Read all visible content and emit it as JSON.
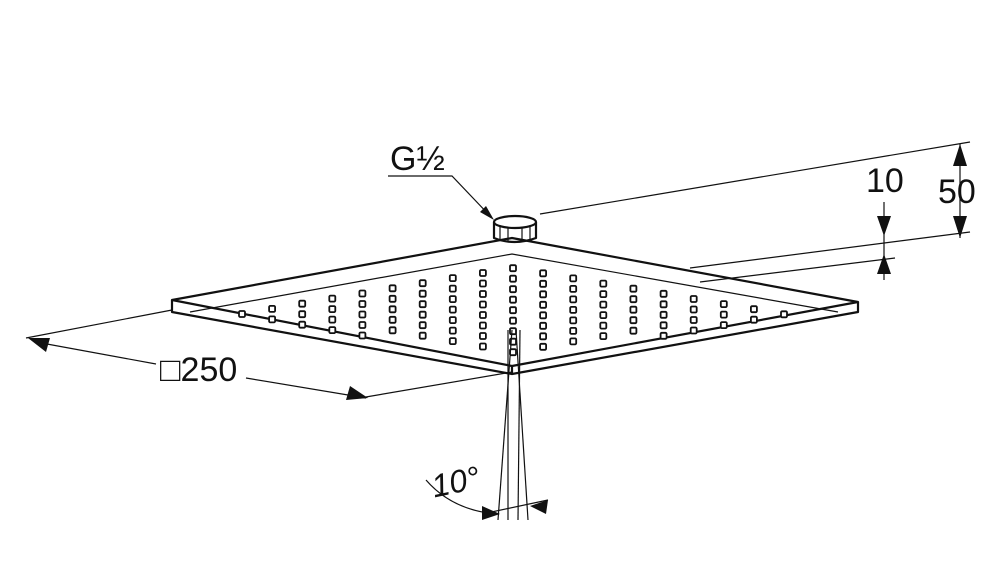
{
  "labels": {
    "connection": "G½",
    "width": "□250",
    "thickness": "10",
    "height": "50",
    "spray_angle": "10°"
  }
}
